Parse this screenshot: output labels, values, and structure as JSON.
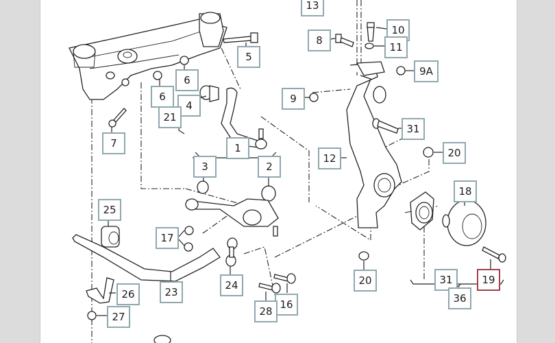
{
  "diagram": {
    "title": "Front suspension exploded parts diagram",
    "selected_callout": "19",
    "colors": {
      "callout_border": "#8fa7ad",
      "callout_selected_border": "#a0404a",
      "background_side": "#dcdcdc",
      "canvas": "#ffffff"
    },
    "callouts": [
      {
        "id": "c13",
        "label": "13"
      },
      {
        "id": "c10",
        "label": "10"
      },
      {
        "id": "c8",
        "label": "8"
      },
      {
        "id": "c11",
        "label": "11"
      },
      {
        "id": "c5",
        "label": "5"
      },
      {
        "id": "c9A",
        "label": "9A"
      },
      {
        "id": "c6a",
        "label": "6"
      },
      {
        "id": "c6b",
        "label": "6"
      },
      {
        "id": "c9",
        "label": "9"
      },
      {
        "id": "c4",
        "label": "4"
      },
      {
        "id": "c21",
        "label": "21"
      },
      {
        "id": "c31a",
        "label": "31"
      },
      {
        "id": "c7",
        "label": "7"
      },
      {
        "id": "c1",
        "label": "1"
      },
      {
        "id": "c20a",
        "label": "20"
      },
      {
        "id": "c12",
        "label": "12"
      },
      {
        "id": "c3",
        "label": "3"
      },
      {
        "id": "c2",
        "label": "2"
      },
      {
        "id": "c18",
        "label": "18"
      },
      {
        "id": "c25",
        "label": "25"
      },
      {
        "id": "c17",
        "label": "17"
      },
      {
        "id": "c20b",
        "label": "20"
      },
      {
        "id": "c31b",
        "label": "31"
      },
      {
        "id": "c19",
        "label": "19"
      },
      {
        "id": "c23",
        "label": "23"
      },
      {
        "id": "c24",
        "label": "24"
      },
      {
        "id": "c26",
        "label": "26"
      },
      {
        "id": "c16",
        "label": "16"
      },
      {
        "id": "c36",
        "label": "36"
      },
      {
        "id": "c28",
        "label": "28"
      },
      {
        "id": "c27",
        "label": "27"
      }
    ]
  }
}
